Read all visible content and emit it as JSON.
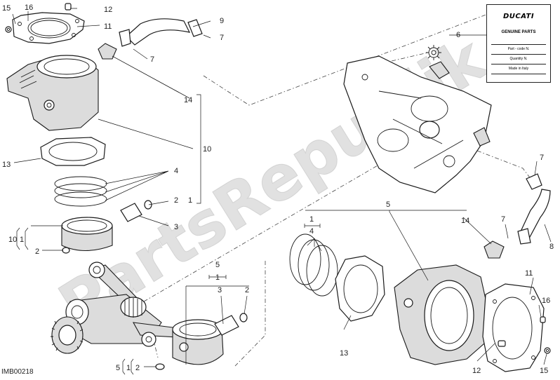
{
  "watermark": "PartsRepublik",
  "diagram_code": "IMB00218",
  "label": {
    "brand": "DUCATI",
    "subtitle": "GENUINE PARTS",
    "rows": [
      "Part - code N.",
      "Quantity N.",
      "Made in Italy"
    ]
  },
  "callouts": {
    "c1a": "1",
    "c1b": "1",
    "c1c": "1",
    "c1d": "1",
    "c1e": "1",
    "c2a": "2",
    "c2b": "2",
    "c2c": "2",
    "c2d": "2",
    "c3a": "3",
    "c3b": "3",
    "c4a": "4",
    "c4b": "4",
    "c5a": "5",
    "c5b": "5",
    "c5c": "5",
    "c6": "6",
    "c7a": "7",
    "c7b": "7",
    "c7c": "7",
    "c7d": "7",
    "c8": "8",
    "c9": "9",
    "c10a": "10",
    "c10b": "10",
    "c11a": "11",
    "c11b": "11",
    "c12a": "12",
    "c12b": "12",
    "c13a": "13",
    "c13b": "13",
    "c14a": "14",
    "c14b": "14",
    "c15a": "15",
    "c15b": "15",
    "c16a": "16",
    "c16b": "16"
  },
  "icons": [
    "gear-icon"
  ]
}
